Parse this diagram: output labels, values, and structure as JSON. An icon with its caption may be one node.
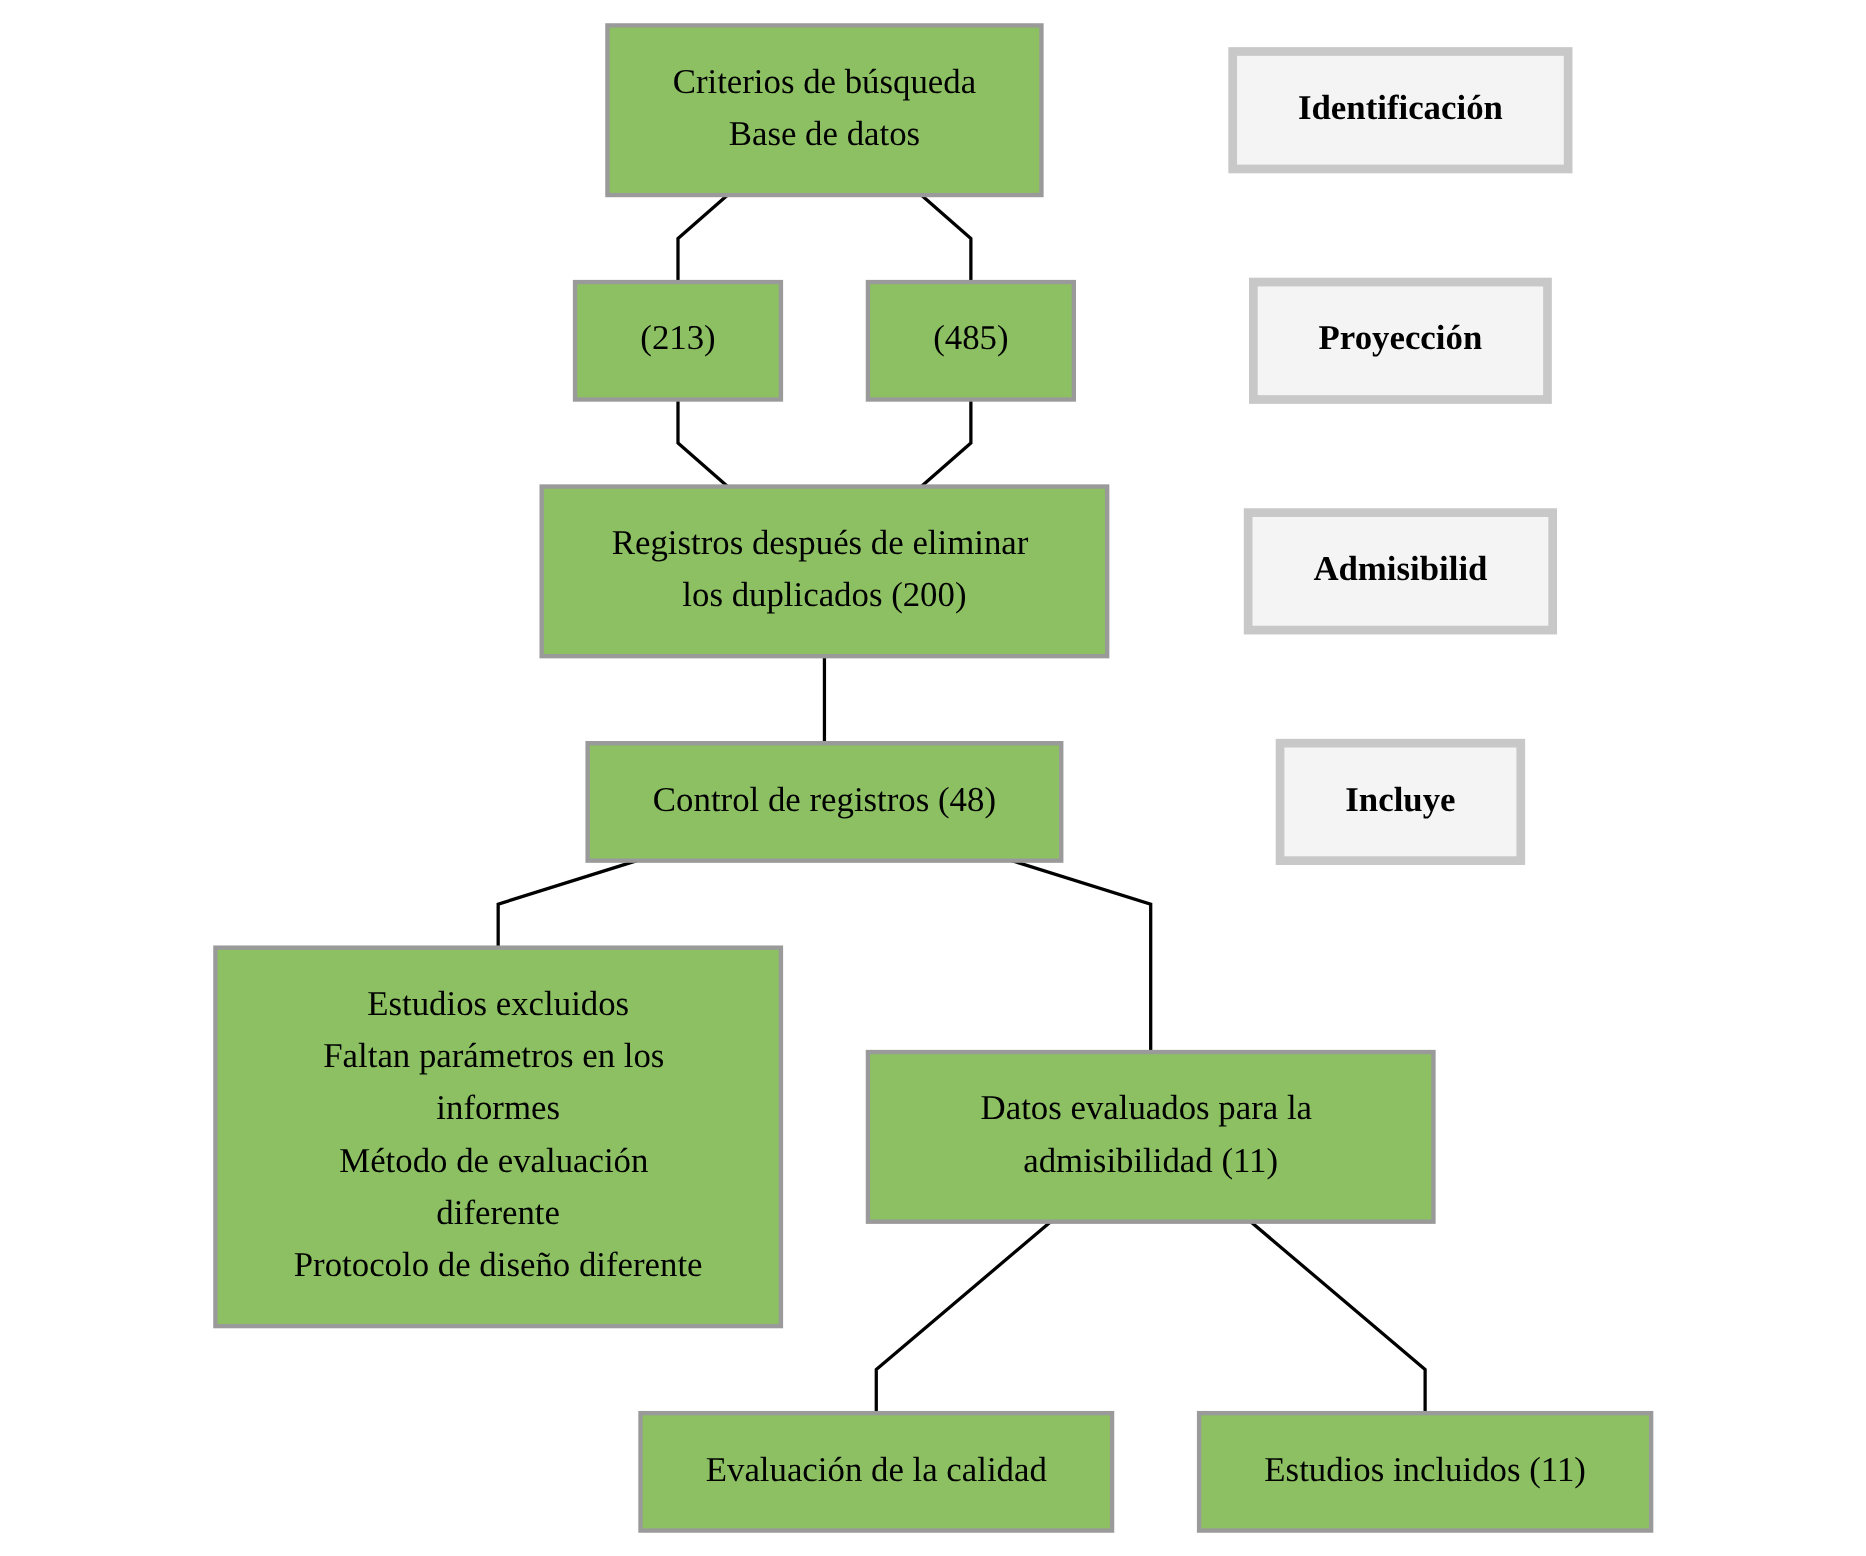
{
  "diagram": {
    "nodes": [
      {
        "text": [
          "Identificación"
        ]
      },
      {
        "text": [
          "Criterios de búsqueda",
          "Base de datos"
        ]
      },
      {
        "text": [
          "(213)"
        ]
      },
      {
        "text": [
          "(485)"
        ]
      },
      {
        "text": [
          "Proyección"
        ]
      },
      {
        "text": [
          "Registros después de eliminar los duplicados (200)"
        ]
      },
      {
        "text": [
          "Admisibilid"
        ]
      },
      {
        "text": [
          "Control de registros (48)"
        ]
      },
      {
        "text": [
          "Estudios excluidos",
          "Faltan parámetros en los informes",
          "Método de evaluación diferente",
          "Protocolo de diseño diferente"
        ]
      },
      {
        "text": [
          "Datos evaluados para la admisibilidad (11)"
        ]
      },
      {
        "text": [
          "Evaluación de la calidad"
        ]
      },
      {
        "text": [
          "Incluye"
        ]
      },
      {
        "text": [
          "Estudios incluidos (11)"
        ]
      }
    ],
    "edges": [
      {
        "from": 1,
        "to": 2,
        "arrow": "none"
      },
      {
        "from": 1,
        "to": 3,
        "arrow": "none"
      },
      {
        "from": 2,
        "to": 5,
        "arrow": "none"
      },
      {
        "from": 3,
        "to": 5,
        "arrow": "none"
      },
      {
        "from": 5,
        "to": 7,
        "arrow": "none"
      },
      {
        "from": 7,
        "to": 8,
        "arrow": "none"
      },
      {
        "from": 7,
        "to": 9,
        "arrow": "none"
      },
      {
        "from": 9,
        "to": 10,
        "arrow": "none"
      },
      {
        "from": 9,
        "to": 12,
        "arrow": "none"
      }
    ]
  }
}
